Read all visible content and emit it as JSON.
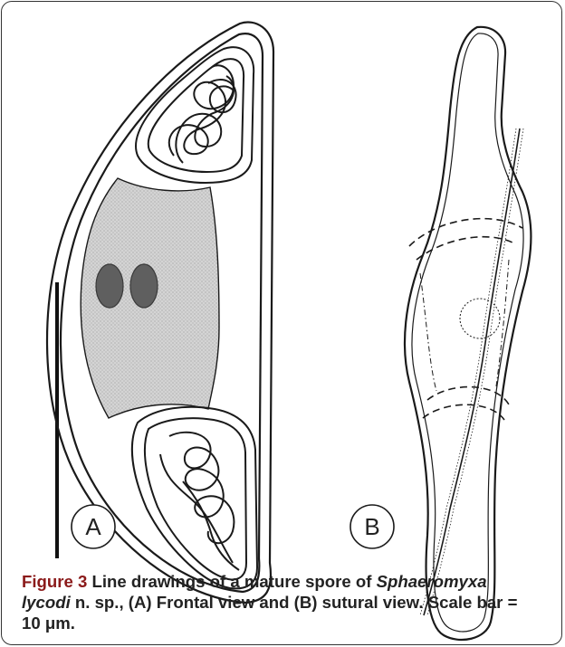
{
  "figure": {
    "number_label": "Figure 3",
    "caption_part1": "Line drawings of a mature spore of",
    "species_genus": "Sphaeromyxa",
    "species_epithet": "lycodi",
    "caption_part2": "n. sp., (A) Frontal view and (B) sutural view. Scale bar = 10 μm."
  },
  "panels": [
    {
      "label": "A"
    },
    {
      "label": "B"
    }
  ],
  "colors": {
    "outline": "#1a1a1a",
    "sporoplasm_fill": "#cfcfcf",
    "nuclei_fill": "#5f5f5f",
    "figure_label": "#8b1a1a"
  }
}
